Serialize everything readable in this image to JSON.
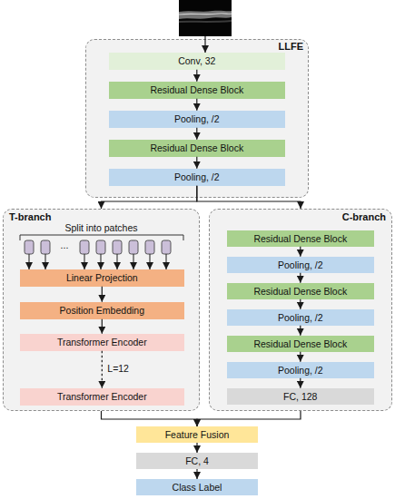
{
  "diagram": {
    "nodes": [
      {
        "text": [
          "LLFE"
        ]
      },
      {
        "text": [
          "Conv, 32"
        ],
        "in": 0
      },
      {
        "text": [
          "Residual Dense Block"
        ],
        "in": 0
      },
      {
        "text": [
          "Pooling, /2"
        ],
        "in": 0
      },
      {
        "text": [
          "Residual Dense Block"
        ],
        "in": 0
      },
      {
        "text": [
          "Pooling, /2"
        ],
        "in": 0
      },
      {
        "text": [
          "T-branch"
        ]
      },
      {
        "text": [
          "Linear Projection"
        ],
        "in": 6
      },
      {
        "text": [
          "Position Embedding"
        ],
        "in": 6
      },
      {
        "text": [
          "Transformer Encoder"
        ],
        "in": 6
      },
      {
        "text": [
          "Transformer Encoder"
        ],
        "in": 6
      },
      {
        "text": [
          "C-branch"
        ]
      },
      {
        "text": [
          "Residual Dense Block"
        ],
        "in": 11
      },
      {
        "text": [
          "Pooling, /2"
        ],
        "in": 11
      },
      {
        "text": [
          "Residual Dense Block"
        ],
        "in": 11
      },
      {
        "text": [
          "Pooling, /2"
        ],
        "in": 11
      },
      {
        "text": [
          "Residual Dense Block"
        ],
        "in": 11
      },
      {
        "text": [
          "Pooling, /2"
        ],
        "in": 11
      },
      {
        "text": [
          "FC, 128"
        ],
        "in": 11
      },
      {
        "text": [
          "Feature Fusion"
        ]
      },
      {
        "text": [
          "FC, 4"
        ]
      },
      {
        "text": [
          "Class Label"
        ]
      }
    ],
    "edges": [
      {
        "from": 1,
        "to": 2,
        "arrow": "to"
      },
      {
        "from": 2,
        "to": 3,
        "arrow": "to"
      },
      {
        "from": 3,
        "to": 4,
        "arrow": "to"
      },
      {
        "from": 4,
        "to": 5,
        "arrow": "to"
      },
      {
        "from": 5,
        "to": 6,
        "arrow": "to"
      },
      {
        "from": 5,
        "to": 11,
        "arrow": "to"
      },
      {
        "from": 7,
        "to": 8,
        "arrow": "to"
      },
      {
        "from": 8,
        "to": 9,
        "arrow": "to"
      },
      {
        "from": 9,
        "to": 10,
        "label": "L=12",
        "arrow": "to"
      },
      {
        "from": 12,
        "to": 13,
        "arrow": "to"
      },
      {
        "from": 13,
        "to": 14,
        "arrow": "to"
      },
      {
        "from": 14,
        "to": 15,
        "arrow": "to"
      },
      {
        "from": 15,
        "to": 16,
        "arrow": "to"
      },
      {
        "from": 16,
        "to": 17,
        "arrow": "to"
      },
      {
        "from": 17,
        "to": 18,
        "arrow": "to"
      },
      {
        "from": 6,
        "to": 19,
        "arrow": "to"
      },
      {
        "from": 11,
        "to": 19,
        "arrow": "to"
      },
      {
        "from": 19,
        "to": 20,
        "arrow": "to"
      },
      {
        "from": 20,
        "to": 21,
        "arrow": "to"
      }
    ],
    "labels": [
      "Split into patches",
      "..."
    ]
  }
}
